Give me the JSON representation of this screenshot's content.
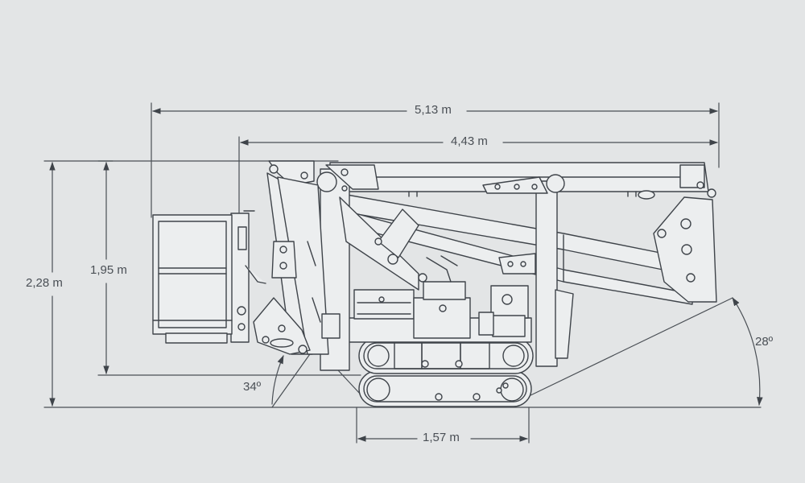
{
  "dimensions": {
    "overall_length": "5,13 m",
    "boom_length": "4,43 m",
    "overall_height": "2,28 m",
    "boom_height": "1,95 m",
    "track_length": "1,57 m"
  },
  "angles": {
    "front_angle": "34º",
    "rear_angle": "28º"
  },
  "colors": {
    "background": "#e3e5e6",
    "line": "#3f444a",
    "dim_line": "#4a4f55",
    "fill": "#eceeef"
  }
}
